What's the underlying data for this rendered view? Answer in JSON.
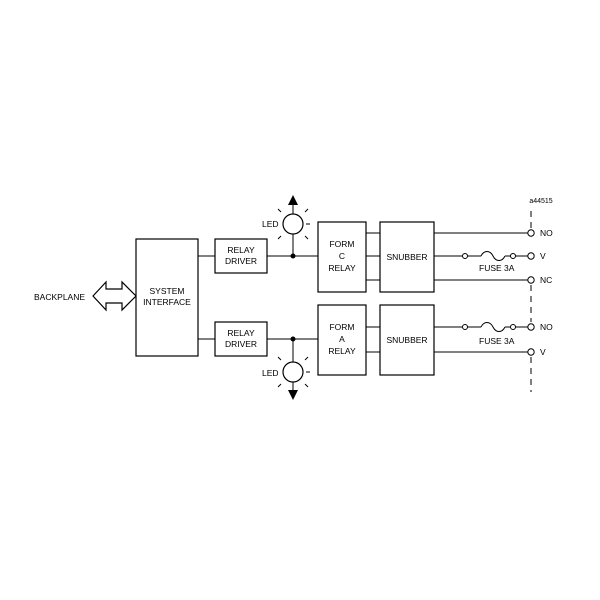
{
  "figure_id": "a44515",
  "backplane": "BACKPLANE",
  "system_interface": [
    "SYSTEM",
    "INTERFACE"
  ],
  "relay_driver": [
    "RELAY",
    "DRIVER"
  ],
  "form_c_relay": [
    "FORM",
    "C",
    "RELAY"
  ],
  "form_a_relay": [
    "FORM",
    "A",
    "RELAY"
  ],
  "snubber": "SNUBBER",
  "led": "LED",
  "fuse": "FUSE 3A",
  "terminals": {
    "top": [
      "NO",
      "V",
      "NC"
    ],
    "bottom": [
      "NO",
      "V"
    ]
  }
}
